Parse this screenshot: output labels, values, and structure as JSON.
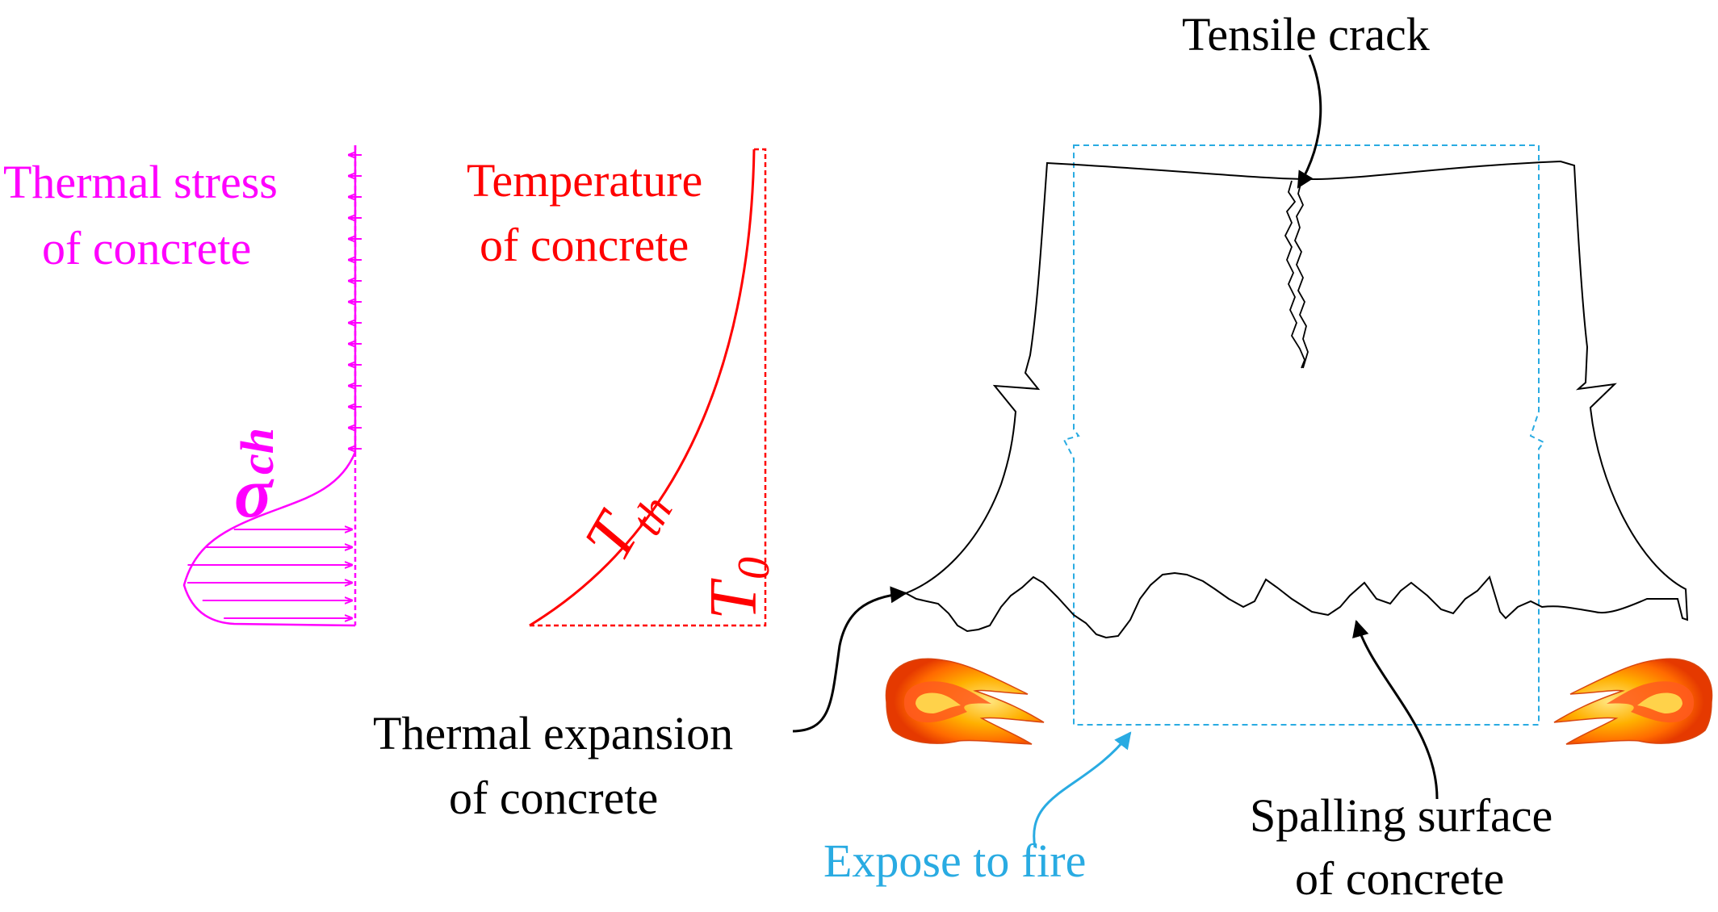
{
  "colors": {
    "stress": "#ff00ff",
    "temperature": "#ff0000",
    "fire_outline": "#29abe2",
    "arrow_fire": "#29abe2",
    "outline": "#000000",
    "flame_outer": "#ffc107",
    "flame_mid": "#ff8c00",
    "flame_core": "#e53900"
  },
  "stress_diagram": {
    "title_line1": "Thermal stress",
    "title_line2": "of concrete",
    "symbol": "σ",
    "symbol_sub": "ch"
  },
  "temperature_diagram": {
    "title_line1": "Temperature",
    "title_line2": "of concrete",
    "symbol_th": "T",
    "symbol_th_sub": "th",
    "symbol_0": "T",
    "symbol_0_sub": "0"
  },
  "section": {
    "crack_label": "Tensile crack",
    "expansion_line1": "Thermal expansion",
    "expansion_line2": "of  concrete",
    "fire_label": "Expose to fire",
    "spalling_line1": "Spalling surface",
    "spalling_line2": "of  concrete"
  },
  "icons": [
    "flame-icon-left",
    "flame-icon-right"
  ]
}
